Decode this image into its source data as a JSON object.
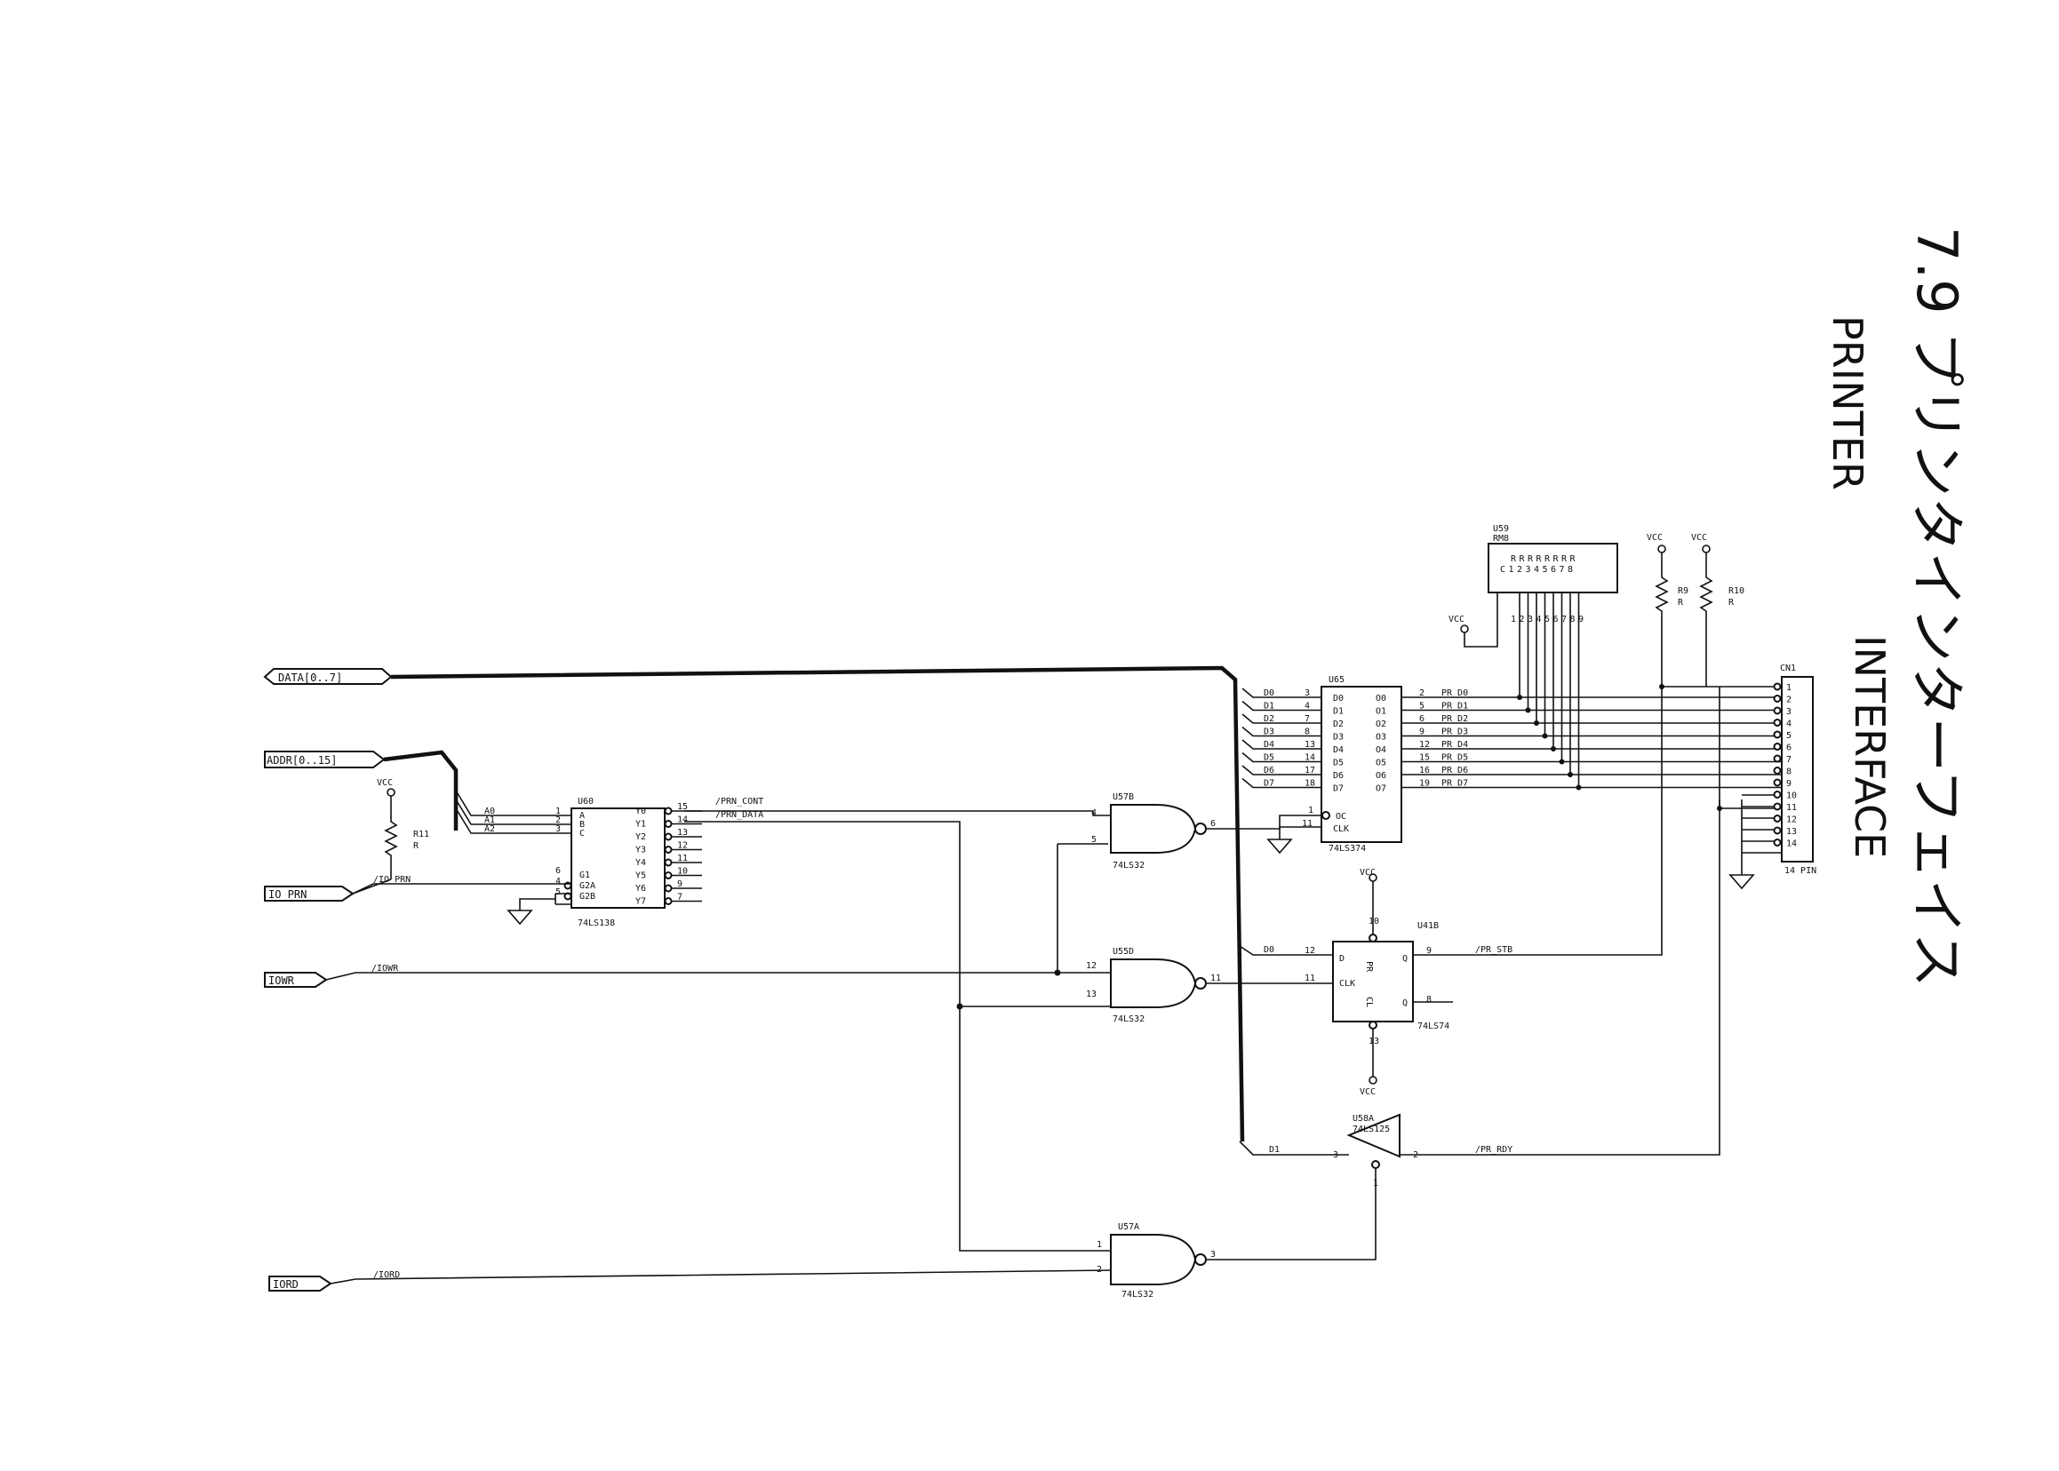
{
  "title": {
    "heading": "7.9 プリンタインターフェイス",
    "sub1": "PRINTER",
    "sub2": "INTERFACE"
  },
  "ports": {
    "data": "DATA[0..7]",
    "addr": "ADDR[0..15]",
    "io_prn": "IO_PRN",
    "iowr": "IOWR",
    "iord": "IORD"
  },
  "nets": {
    "io_prn": "/IO_PRN",
    "iowr": "/IOWR",
    "iord": "/IORD",
    "prn_cont": "/PRN_CONT",
    "prn_data": "/PRN_DATA",
    "pr_stb": "/PR_STB",
    "pr_rdy": "/PR_RDY",
    "d0": "D0",
    "d1": "D1",
    "vcc": "VCC"
  },
  "u60": {
    "ref": "U60",
    "part": "74LS138",
    "inputs": [
      {
        "addr": "A0",
        "pin": "1",
        "name": "A"
      },
      {
        "addr": "A1",
        "pin": "2",
        "name": "B"
      },
      {
        "addr": "A2",
        "pin": "3",
        "name": "C"
      }
    ],
    "enables": [
      {
        "pin": "6",
        "name": "G1"
      },
      {
        "pin": "4",
        "name": "G2A"
      },
      {
        "pin": "5",
        "name": "G2B"
      }
    ],
    "outputs": [
      {
        "name": "Y0",
        "pin": "15"
      },
      {
        "name": "Y1",
        "pin": "14"
      },
      {
        "name": "Y2",
        "pin": "13"
      },
      {
        "name": "Y3",
        "pin": "12"
      },
      {
        "name": "Y4",
        "pin": "11"
      },
      {
        "name": "Y5",
        "pin": "10"
      },
      {
        "name": "Y6",
        "pin": "9"
      },
      {
        "name": "Y7",
        "pin": "7"
      }
    ]
  },
  "r11": {
    "ref": "R11",
    "value": "R"
  },
  "r9": {
    "ref": "R9",
    "value": "R"
  },
  "r10": {
    "ref": "R10",
    "value": "R"
  },
  "u57b": {
    "ref": "U57B",
    "part": "74LS32",
    "in1": "4",
    "in2": "5",
    "out": "6"
  },
  "u55d": {
    "ref": "U55D",
    "part": "74LS32",
    "in1": "12",
    "in2": "13",
    "out": "11"
  },
  "u57a": {
    "ref": "U57A",
    "part": "74LS32",
    "in1": "1",
    "in2": "2",
    "out": "3"
  },
  "u65": {
    "ref": "U65",
    "part": "74LS374",
    "rows": [
      {
        "d": "D0",
        "pin_in": "3",
        "q": "O0",
        "pin_out": "2",
        "net": "PR_D0"
      },
      {
        "d": "D1",
        "pin_in": "4",
        "q": "O1",
        "pin_out": "5",
        "net": "PR_D1"
      },
      {
        "d": "D2",
        "pin_in": "7",
        "q": "O2",
        "pin_out": "6",
        "net": "PR_D2"
      },
      {
        "d": "D3",
        "pin_in": "8",
        "q": "O3",
        "pin_out": "9",
        "net": "PR_D3"
      },
      {
        "d": "D4",
        "pin_in": "13",
        "q": "O4",
        "pin_out": "12",
        "net": "PR_D4"
      },
      {
        "d": "D5",
        "pin_in": "14",
        "q": "O5",
        "pin_out": "15",
        "net": "PR_D5"
      },
      {
        "d": "D6",
        "pin_in": "17",
        "q": "O6",
        "pin_out": "16",
        "net": "PR_D6"
      },
      {
        "d": "D7",
        "pin_in": "18",
        "q": "O7",
        "pin_out": "19",
        "net": "PR_D7"
      }
    ],
    "oc": "OC",
    "oc_pin": "1",
    "clk": "CLK",
    "clk_pin": "11"
  },
  "u41b": {
    "ref": "U41B",
    "part": "74LS74",
    "d_pin": "12",
    "clk_pin": "11",
    "q_pin": "9",
    "qn_pin": "8",
    "pr_pin": "10",
    "cl_pin": "13",
    "d": "D",
    "clk": "CLK",
    "q": "Q",
    "qn": "Q",
    "pr": "PR",
    "cl": "CL"
  },
  "u58a": {
    "ref": "U58A",
    "part": "74LS125",
    "in_pin": "3",
    "out_pin": "2",
    "en_pin": "1"
  },
  "u59": {
    "ref": "U59",
    "part": "RM8",
    "elements": [
      "R",
      "R",
      "R",
      "R",
      "R",
      "R",
      "R",
      "R"
    ],
    "pins": [
      "C",
      "1",
      "2",
      "3",
      "4",
      "5",
      "6",
      "7",
      "8"
    ],
    "bottom_pins": [
      "1",
      "2",
      "3",
      "4",
      "5",
      "6",
      "7",
      "8",
      "9"
    ]
  },
  "cn1": {
    "ref": "CN1",
    "pins": [
      "1",
      "2",
      "3",
      "4",
      "5",
      "6",
      "7",
      "8",
      "9",
      "10",
      "11",
      "12",
      "13",
      "14"
    ],
    "footer": "14 PIN"
  }
}
